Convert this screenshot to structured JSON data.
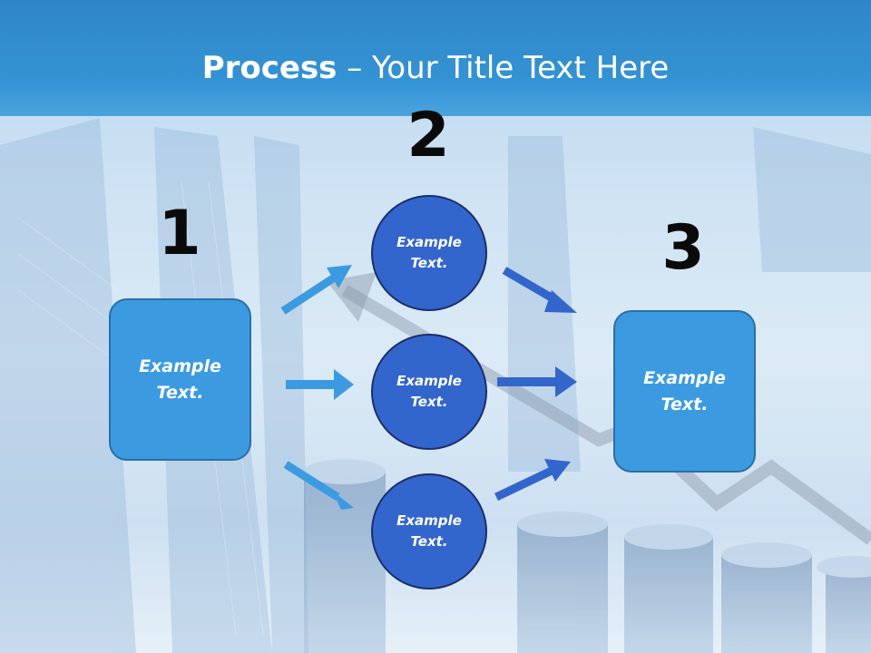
{
  "slide": {
    "title_bold": "Process",
    "title_rest": " – Your Title Text Here",
    "steps": [
      {
        "number": "1",
        "text": "Example\nText."
      },
      {
        "number": "2",
        "text": "Example\nText."
      },
      {
        "number": "3",
        "text": "Example\nText."
      }
    ],
    "circles": [
      {
        "text": "Example\nText."
      },
      {
        "text": "Example\nText."
      },
      {
        "text": "Example\nText."
      }
    ]
  },
  "colors": {
    "header": "#3493d4",
    "box_fill": "#3c9be0",
    "circle_fill": "#3366cc",
    "arrow_light": "#3c9be0",
    "arrow_dark": "#3366cc"
  }
}
